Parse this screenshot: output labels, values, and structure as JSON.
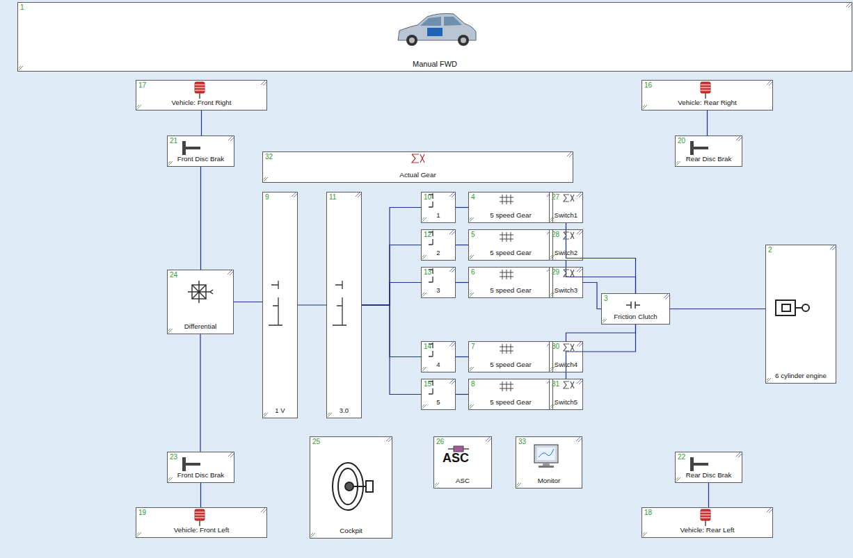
{
  "diagram": {
    "nodes": [
      {
        "text": [
          "1",
          "Manual FWD"
        ]
      },
      {
        "text": [
          "17",
          "Vehicle: Front Right"
        ]
      },
      {
        "text": [
          "16",
          "Vehicle: Rear Right"
        ]
      },
      {
        "text": [
          "21",
          "Front Disc Brak"
        ]
      },
      {
        "text": [
          "20",
          "Rear Disc Brak"
        ]
      },
      {
        "text": [
          "32",
          "Actual Gear"
        ]
      },
      {
        "text": [
          "9",
          "1 V"
        ]
      },
      {
        "text": [
          "11",
          "3.0"
        ]
      },
      {
        "text": [
          "10",
          "1"
        ]
      },
      {
        "text": [
          "4",
          "5 speed Gear"
        ]
      },
      {
        "text": [
          "27",
          "Switch1"
        ]
      },
      {
        "text": [
          "12",
          "2"
        ]
      },
      {
        "text": [
          "5",
          "5 speed Gear"
        ]
      },
      {
        "text": [
          "28",
          "Switch2"
        ]
      },
      {
        "text": [
          "13",
          "3"
        ]
      },
      {
        "text": [
          "6",
          "5 speed Gear"
        ]
      },
      {
        "text": [
          "29",
          "Switch3"
        ]
      },
      {
        "text": [
          "3",
          "Friction Clutch"
        ]
      },
      {
        "text": [
          "2",
          "6 cylinder engine"
        ]
      },
      {
        "text": [
          "24",
          "Differential"
        ]
      },
      {
        "text": [
          "14",
          "4"
        ]
      },
      {
        "text": [
          "7",
          "5 speed Gear"
        ]
      },
      {
        "text": [
          "30",
          "Switch4"
        ]
      },
      {
        "text": [
          "15",
          "5"
        ]
      },
      {
        "text": [
          "8",
          "5 speed Gear"
        ]
      },
      {
        "text": [
          "31",
          "Switch5"
        ]
      },
      {
        "text": [
          "23",
          "Front Disc Brak"
        ]
      },
      {
        "text": [
          "25",
          "Cockpit"
        ]
      },
      {
        "text": [
          "26",
          "ASC"
        ]
      },
      {
        "text": [
          "33",
          "Monitor"
        ]
      },
      {
        "text": [
          "22",
          "Rear Disc Brak"
        ]
      },
      {
        "text": [
          "19",
          "Vehicle: Front Left"
        ]
      },
      {
        "text": [
          "18",
          "Vehicle: Rear Left"
        ]
      }
    ],
    "edges": [
      {
        "from": 1,
        "to": 3,
        "arrow": "none"
      },
      {
        "from": 3,
        "to": 19,
        "arrow": "none"
      },
      {
        "from": 19,
        "to": 26,
        "arrow": "none"
      },
      {
        "from": 26,
        "to": 31,
        "arrow": "none"
      },
      {
        "from": 2,
        "to": 4,
        "arrow": "none"
      },
      {
        "from": 30,
        "to": 32,
        "arrow": "none"
      },
      {
        "from": 19,
        "to": 6,
        "arrow": "none"
      },
      {
        "from": 6,
        "to": 7,
        "arrow": "none"
      },
      {
        "from": 7,
        "to": 8,
        "arrow": "none"
      },
      {
        "from": 7,
        "to": 11,
        "arrow": "none"
      },
      {
        "from": 7,
        "to": 14,
        "arrow": "none"
      },
      {
        "from": 7,
        "to": 20,
        "arrow": "none"
      },
      {
        "from": 7,
        "to": 23,
        "arrow": "none"
      },
      {
        "from": 8,
        "to": 9,
        "arrow": "none"
      },
      {
        "from": 11,
        "to": 12,
        "arrow": "none"
      },
      {
        "from": 14,
        "to": 15,
        "arrow": "none"
      },
      {
        "from": 20,
        "to": 21,
        "arrow": "none"
      },
      {
        "from": 23,
        "to": 24,
        "arrow": "none"
      },
      {
        "from": 10,
        "to": 17,
        "arrow": "none"
      },
      {
        "from": 13,
        "to": 17,
        "arrow": "none"
      },
      {
        "from": 16,
        "to": 17,
        "arrow": "none"
      },
      {
        "from": 22,
        "to": 17,
        "arrow": "none"
      },
      {
        "from": 25,
        "to": 17,
        "arrow": "none"
      },
      {
        "from": 17,
        "to": 18,
        "arrow": "none"
      }
    ],
    "labels": [
      "ASC"
    ]
  }
}
